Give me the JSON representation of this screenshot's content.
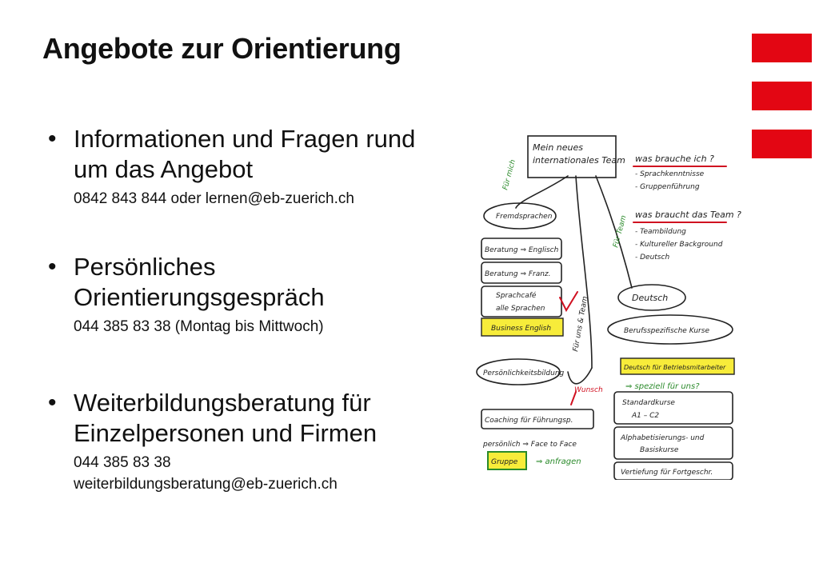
{
  "title": "Angebote zur Orientierung",
  "accent_color": "#e30613",
  "bullets": [
    {
      "head_lines": [
        "Informationen und Fragen rund",
        "um das Angebot"
      ],
      "sub_lines": [
        "0842 843 844 oder lernen@eb-zuerich.ch"
      ]
    },
    {
      "head_lines": [
        "Persönliches",
        "Orientierungsgespräch"
      ],
      "sub_lines": [
        "044 385 83 38 (Montag bis Mittwoch)"
      ]
    },
    {
      "head_lines": [
        "Weiterbildungsberatung für",
        "Einzelpersonen und Firmen"
      ],
      "sub_lines": [
        "044 385 83 38",
        "weiterbildungsberatung@eb-zuerich.ch"
      ]
    }
  ],
  "sketch": {
    "center": [
      "Mein neues",
      "internationales Team"
    ],
    "q1": "was brauche ich ?",
    "q1_items": [
      "- Sprachkenntnisse",
      "- Gruppenführung"
    ],
    "q2": "was braucht das Team ?",
    "q2_items": [
      "- Teambildung",
      "- Kultureller Background",
      "- Deutsch"
    ],
    "branch_fuer_mich": "Für mich",
    "branch_fuer_team": "Für Team",
    "branch_fuer_uns": "Für uns & Team",
    "fremdsprachen": "Fremdsprachen",
    "fs_items": [
      "Beratung ⇒ Englisch",
      "Beratung ⇒ Franz.",
      "Sprachcafé",
      "alle Sprachen",
      "Business English"
    ],
    "deutsch": "Deutsch",
    "berufsspez": "Berufsspezifische Kurse",
    "deutsch_item": "Deutsch für Betriebsmitarbeiter",
    "speziell": "⇒ speziell für uns?",
    "standard": [
      "Standardkurse",
      "A1 – C2"
    ],
    "alpha": [
      "Alphabetisierungs- und",
      "Basiskurse"
    ],
    "vertiefung": "Vertiefung für Fortgeschr.",
    "persoenlichkeit": "Persönlichkeitsbildung",
    "wunsch": "Wunsch",
    "coaching": "Coaching für Führungsp.",
    "persoenlich": "persönlich ⇒ Face to Face",
    "gruppe": "Gruppe",
    "anfragen": "⇒ anfragen"
  }
}
